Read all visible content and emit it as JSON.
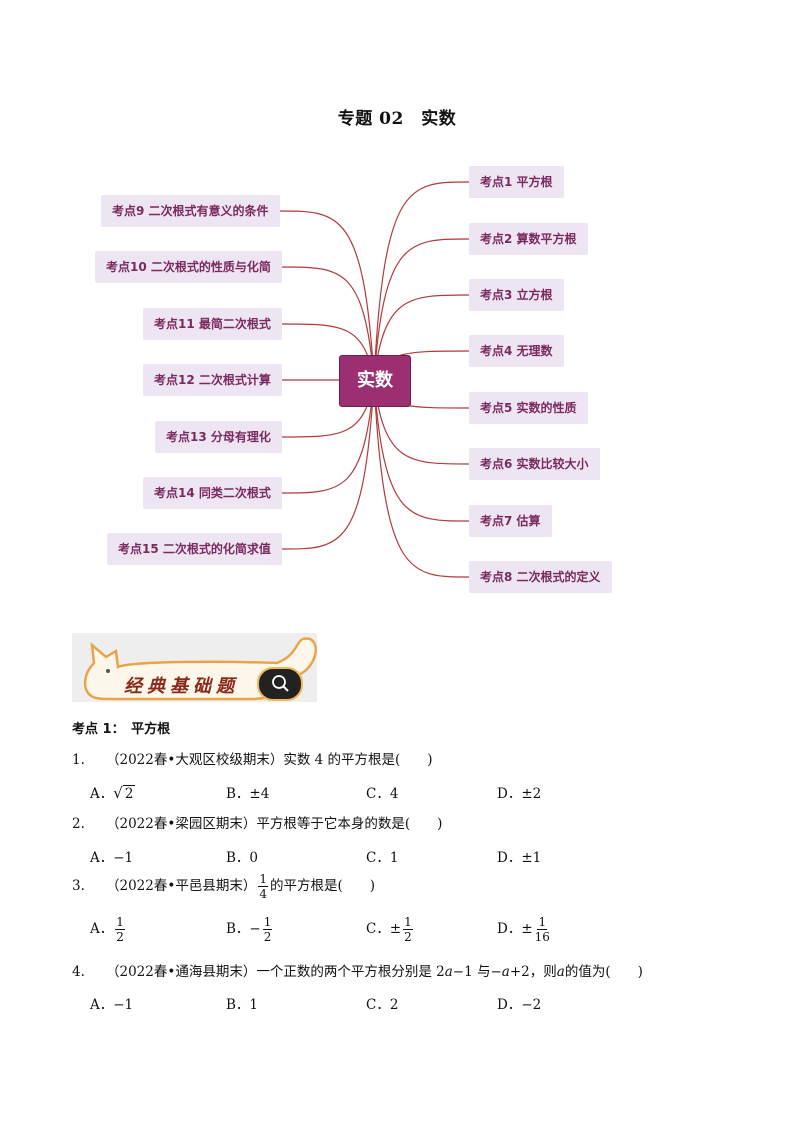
{
  "title": "专题 02　实数",
  "mindmap": {
    "center": "实数",
    "right_nodes": [
      "考点1 平方根",
      "考点2 算数平方根",
      "考点3 立方根",
      "考点4 无理数",
      "考点5 实数的性质",
      "考点6 实数比较大小",
      "考点7 估算",
      "考点8 二次根式的定义"
    ],
    "left_nodes": [
      "考点9 二次根式有意义的条件",
      "考点10 二次根式的性质与化简",
      "考点11 最简二次根式",
      "考点12 二次根式计算",
      "考点13 分母有理化",
      "考点14 同类二次根式",
      "考点15 二次根式的化简求值"
    ],
    "line_color": "#b13a3a"
  },
  "banner": {
    "text": "经典基础题",
    "icon": "search-icon"
  },
  "section": "考点 1：　平方根",
  "questions": [
    {
      "num": "1.",
      "source": "（2022春•大观区校级期末）",
      "text": "实数 4 的平方根是(　　)",
      "options": {
        "A": "2",
        "B": "±4",
        "C": "4",
        "D": "±2"
      }
    },
    {
      "num": "2.",
      "source": "（2022春•梁园区期末）",
      "text": "平方根等于它本身的数是(　　)",
      "options": {
        "A": "−1",
        "B": "0",
        "C": "1",
        "D": "±1"
      }
    },
    {
      "num": "3.",
      "source": "（2022春•平邑县期末）",
      "frac_n": "1",
      "frac_d": "4",
      "text": "的平方根是(　　)",
      "options": {
        "A_n": "1",
        "A_d": "2",
        "B_sign": "−",
        "B_n": "1",
        "B_d": "2",
        "C_sign": "±",
        "C_n": "1",
        "C_d": "2",
        "D_sign": "±",
        "D_n": "1",
        "D_d": "16"
      }
    },
    {
      "num": "4.",
      "source": "（2022春•通海县期末）",
      "text_a": "一个正数的两个平方根分别是 2",
      "var": "a",
      "text_b": "−1 与−",
      "text_c": "+2，则",
      "text_d": "的值为(　　)",
      "options": {
        "A": "−1",
        "B": "1",
        "C": "2",
        "D": "−2"
      }
    }
  ],
  "labels": {
    "A": "A．",
    "B": "B．",
    "C": "C．",
    "D": "D．"
  }
}
